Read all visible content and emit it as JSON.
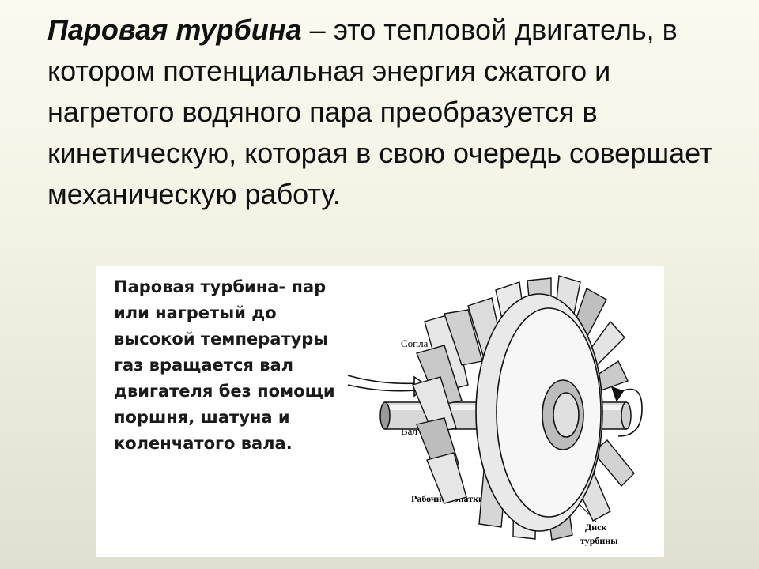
{
  "slide": {
    "heading_term": "Паровая турбина",
    "heading_rest": " – это тепловой двигатель, в котором потенциальная энергия сжатого и нагретого водяного пара преобразуется в кинетическую, которая в свою очередь совершает механическую работу."
  },
  "figure": {
    "caption_lines": [
      "Паровая турбина- пар",
      "или нагретый до",
      "высокой температуры",
      "газ вращается вал",
      "двигателя без помощи",
      "поршня, шатуна и",
      "коленчатого вала."
    ],
    "labels": {
      "nozzles": "Сопла",
      "shaft": "Вал",
      "blades": "Рабочие лопатки",
      "disk_line1": "Диск",
      "disk_line2": "турбины"
    }
  }
}
